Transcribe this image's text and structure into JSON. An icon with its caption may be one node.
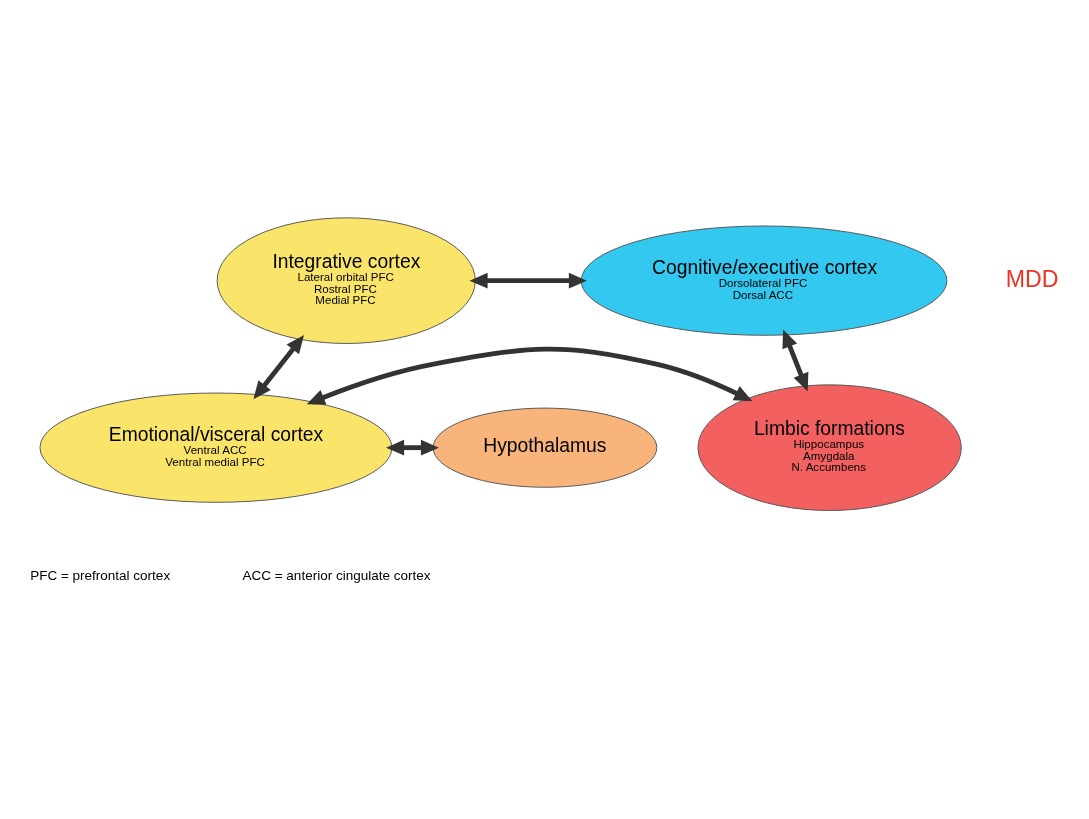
{
  "diagram": {
    "nodes": [
      {
        "text": [
          "Cognitive/executive cortex",
          "Dorsolateral PFC",
          "Dorsal ACC"
        ]
      },
      {
        "text": [
          "Integrative cortex",
          "Lateral orbital PFC",
          "Rostral PFC",
          "Medial PFC"
        ]
      },
      {
        "text": [
          "Limbic formations",
          "Hippocampus",
          "Amygdala",
          "N. Accumbens"
        ]
      },
      {
        "text": [
          "Emotional/visceral cortex",
          "Ventral ACC",
          "Ventral medial PFC"
        ]
      },
      {
        "text": [
          "Hypothalamus"
        ]
      }
    ],
    "edges": [
      {
        "from": 1,
        "to": 0,
        "arrow": "both"
      },
      {
        "from": 0,
        "to": 2,
        "arrow": "both"
      },
      {
        "from": 1,
        "to": 3,
        "arrow": "both"
      },
      {
        "from": 3,
        "to": 4,
        "arrow": "both"
      },
      {
        "from": 3,
        "to": 2,
        "arrow": "both"
      }
    ],
    "labels": [
      "MDD",
      "PFC = prefrontal cortex",
      "ACC = anterior cingulate cortex"
    ]
  }
}
